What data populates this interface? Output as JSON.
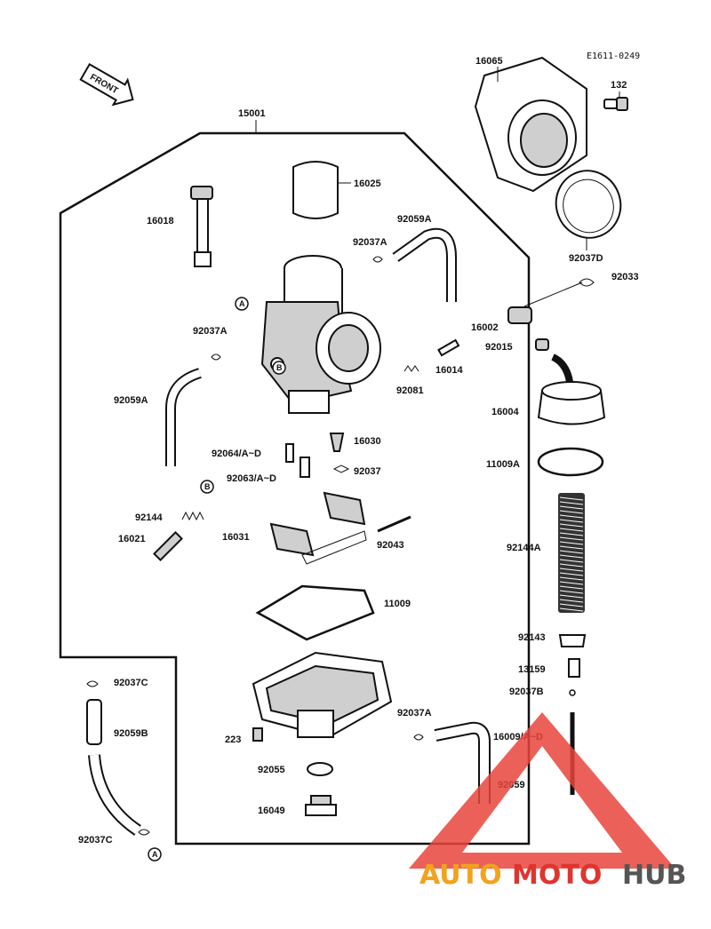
{
  "diagram_code": "E1611-0249",
  "front_label": "FRONT",
  "labels": {
    "l15001": "15001",
    "l16065": "16065",
    "l132": "132",
    "l92037D": "92037D",
    "l16025": "16025",
    "l16018": "16018",
    "l92059A_top": "92059A",
    "l92037A_top": "92037A",
    "l92033": "92033",
    "l16002": "16002",
    "l92015": "92015",
    "l92037A_left": "92037A",
    "l16014": "16014",
    "l92081": "92081",
    "l92059A_left": "92059A",
    "l16004": "16004",
    "l16030": "16030",
    "l92064": "92064/A~D",
    "l11009A": "11009A",
    "l92063": "92063/A~D",
    "l92037": "92037",
    "l92144": "92144",
    "l16021": "16021",
    "l16031": "16031",
    "l92043": "92043",
    "l92144A": "92144A",
    "l11009": "11009",
    "l92143": "92143",
    "l13159": "13159",
    "l92037C_top": "92037C",
    "l92037B": "92037B",
    "l92037A_bottom": "92037A",
    "l92059B": "92059B",
    "l223": "223",
    "l16009": "16009/A~D",
    "l92055": "92055",
    "l92059": "92059",
    "l16049": "16049",
    "l92037C_bottom": "92037C"
  },
  "markers": {
    "a": "A",
    "b": "B"
  },
  "watermark": {
    "part1": "AUTO",
    "part2": "MOTO",
    "part3": "HUB"
  },
  "colors": {
    "watermark_orange": "#f2a21d",
    "watermark_red": "#e0342f",
    "watermark_gray": "#555555",
    "watermark_triangle": "#e8453c"
  }
}
